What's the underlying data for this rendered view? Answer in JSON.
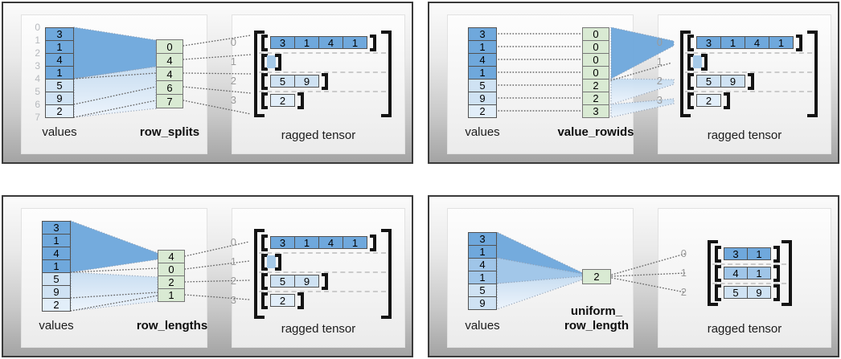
{
  "colors": {
    "dark": "#6fa8dc",
    "medium": "#9fc5e8",
    "light": "#cfe2f3",
    "lighter": "#e2eef9",
    "empty": "#a5c9e8",
    "key": "#d9ead3"
  },
  "panels": [
    {
      "id": "row_splits",
      "values_label": "values",
      "key_label": "row_splits",
      "tensor_label": "ragged tensor",
      "boundary_indices": [
        "0",
        "1",
        "2",
        "3",
        "4",
        "5",
        "6",
        "7"
      ],
      "values": [
        [
          "3",
          "dark"
        ],
        [
          "1",
          "dark"
        ],
        [
          "4",
          "dark"
        ],
        [
          "1",
          "dark"
        ],
        [
          "5",
          "light"
        ],
        [
          "9",
          "light"
        ],
        [
          "2",
          "lighter"
        ]
      ],
      "key": [
        "0",
        "4",
        "4",
        "6",
        "7"
      ],
      "tensor_rows": [
        {
          "label": "0",
          "cells": [
            [
              "3",
              "dark"
            ],
            [
              "1",
              "dark"
            ],
            [
              "4",
              "dark"
            ],
            [
              "1",
              "dark"
            ]
          ]
        },
        {
          "label": "1",
          "cells": []
        },
        {
          "label": "2",
          "cells": [
            [
              "5",
              "light"
            ],
            [
              "9",
              "light"
            ]
          ]
        },
        {
          "label": "3",
          "cells": [
            [
              "2",
              "lighter"
            ]
          ]
        }
      ]
    },
    {
      "id": "value_rowids",
      "values_label": "values",
      "key_label": "value_rowids",
      "tensor_label": "ragged tensor",
      "boundary_indices": [],
      "values": [
        [
          "3",
          "dark"
        ],
        [
          "1",
          "dark"
        ],
        [
          "4",
          "dark"
        ],
        [
          "1",
          "dark"
        ],
        [
          "5",
          "light"
        ],
        [
          "9",
          "light"
        ],
        [
          "2",
          "lighter"
        ]
      ],
      "key": [
        "0",
        "0",
        "0",
        "0",
        "2",
        "2",
        "3"
      ],
      "tensor_rows": [
        {
          "label": "0",
          "cells": [
            [
              "3",
              "dark"
            ],
            [
              "1",
              "dark"
            ],
            [
              "4",
              "dark"
            ],
            [
              "1",
              "dark"
            ]
          ]
        },
        {
          "label": "1",
          "cells": []
        },
        {
          "label": "2",
          "cells": [
            [
              "5",
              "light"
            ],
            [
              "9",
              "light"
            ]
          ]
        },
        {
          "label": "3",
          "cells": [
            [
              "2",
              "lighter"
            ]
          ]
        }
      ]
    },
    {
      "id": "row_lengths",
      "values_label": "values",
      "key_label": "row_lengths",
      "tensor_label": "ragged tensor",
      "boundary_indices": [],
      "values": [
        [
          "3",
          "dark"
        ],
        [
          "1",
          "dark"
        ],
        [
          "4",
          "dark"
        ],
        [
          "1",
          "dark"
        ],
        [
          "5",
          "light"
        ],
        [
          "9",
          "light"
        ],
        [
          "2",
          "lighter"
        ]
      ],
      "key": [
        "4",
        "0",
        "2",
        "1"
      ],
      "tensor_rows": [
        {
          "label": "0",
          "cells": [
            [
              "3",
              "dark"
            ],
            [
              "1",
              "dark"
            ],
            [
              "4",
              "dark"
            ],
            [
              "1",
              "dark"
            ]
          ]
        },
        {
          "label": "1",
          "cells": []
        },
        {
          "label": "2",
          "cells": [
            [
              "5",
              "light"
            ],
            [
              "9",
              "light"
            ]
          ]
        },
        {
          "label": "3",
          "cells": [
            [
              "2",
              "lighter"
            ]
          ]
        }
      ]
    },
    {
      "id": "uniform_row_length",
      "values_label": "values",
      "key_label": "uniform_\nrow_length",
      "tensor_label": "ragged tensor",
      "boundary_indices": [],
      "values": [
        [
          "3",
          "dark"
        ],
        [
          "1",
          "dark"
        ],
        [
          "4",
          "medium"
        ],
        [
          "1",
          "medium"
        ],
        [
          "5",
          "light"
        ],
        [
          "9",
          "light"
        ]
      ],
      "key": [
        "2"
      ],
      "tensor_rows": [
        {
          "label": "0",
          "cells": [
            [
              "3",
              "dark"
            ],
            [
              "1",
              "dark"
            ]
          ]
        },
        {
          "label": "1",
          "cells": [
            [
              "4",
              "medium"
            ],
            [
              "1",
              "medium"
            ]
          ]
        },
        {
          "label": "2",
          "cells": [
            [
              "5",
              "light"
            ],
            [
              "9",
              "light"
            ]
          ]
        }
      ]
    }
  ]
}
